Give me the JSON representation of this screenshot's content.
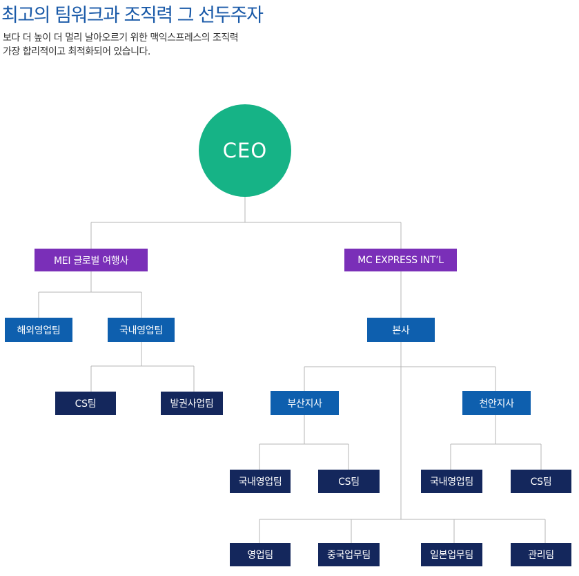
{
  "header": {
    "title": "최고의 팀워크과 조직력 그 선두주자",
    "desc_line1": "보다 더 높이 더 멀리 날아오르기 위한 맥익스프레스의 조직력",
    "desc_line2": "가장 합리적이고 최적화되어 있습니다."
  },
  "colors": {
    "ceo": "#16b386",
    "division": "#7a2fb8",
    "office": "#0e5fae",
    "team": "#14275c",
    "line": "#b4b4b4"
  },
  "org": {
    "ceo": "CEO",
    "mei": {
      "label": "MEI 글로벌 여행사",
      "overseas_sales": "해외영업팀",
      "domestic_sales": "국내영업팀",
      "cs": "CS팀",
      "ticketing": "발권사업팀"
    },
    "mc": {
      "label": "MC EXPRESS INT’L",
      "hq": "본사",
      "busan": {
        "label": "부산지사",
        "domestic_sales": "국내영업팀",
        "cs": "CS팀"
      },
      "cheonan": {
        "label": "천안지사",
        "domestic_sales": "국내영업팀",
        "cs": "CS팀"
      },
      "sales": "영업팀",
      "china": "중국업무팀",
      "japan": "일본업무팀",
      "admin": "관리팀"
    }
  }
}
